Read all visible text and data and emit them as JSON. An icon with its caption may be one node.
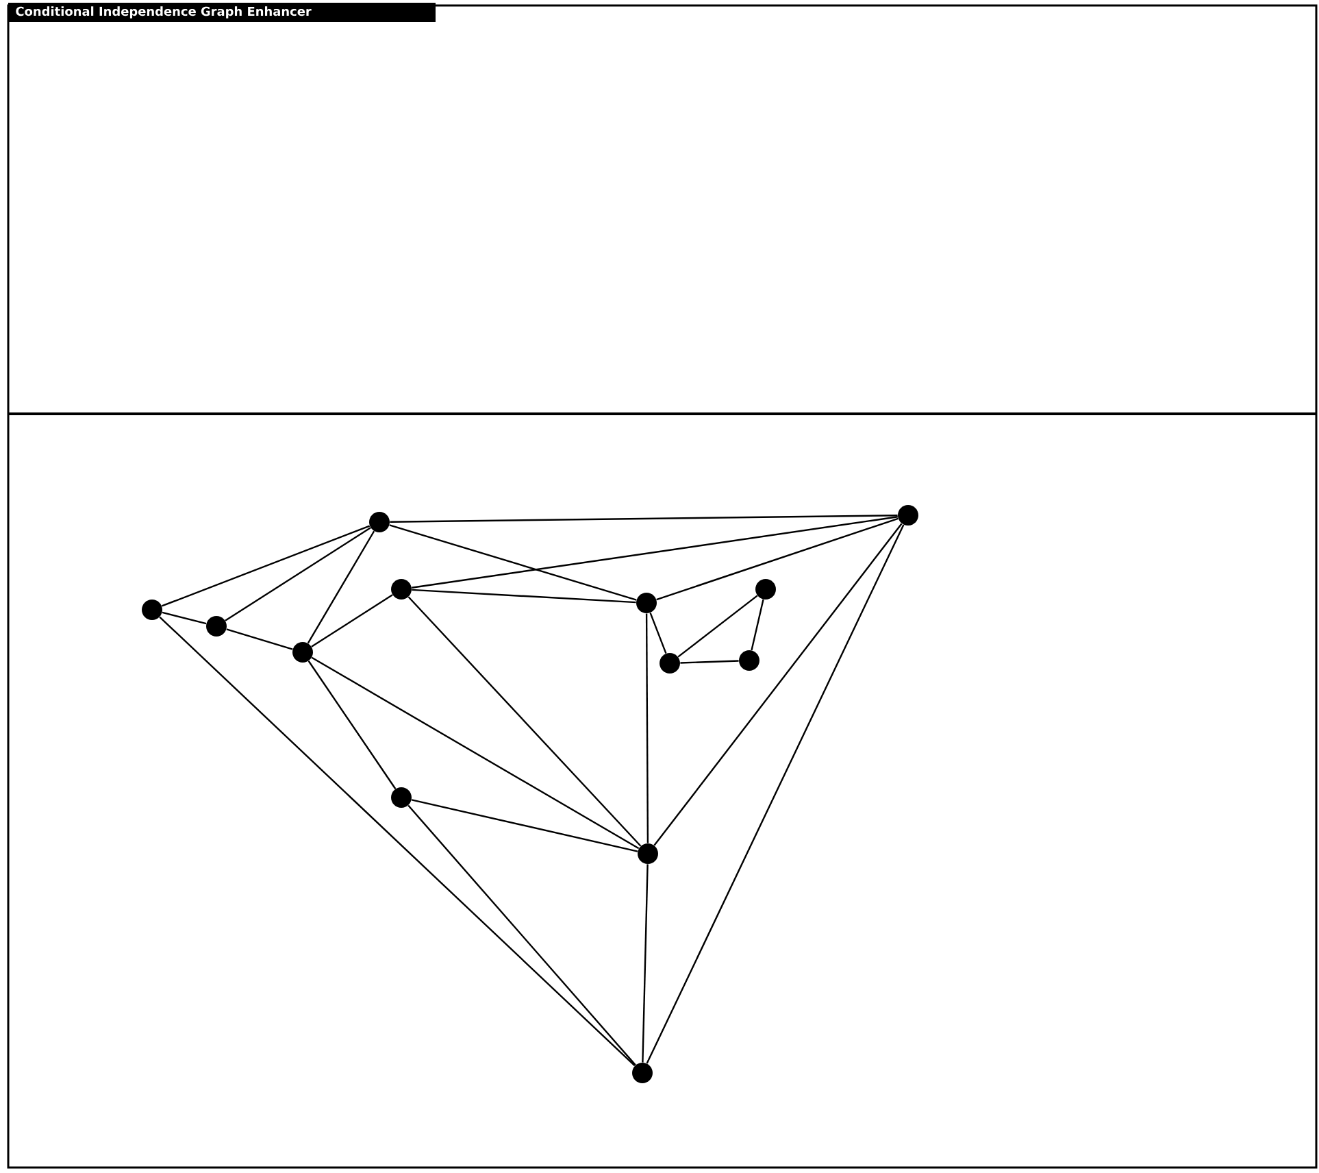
{
  "diagram": {
    "title": "Conditional Independence Graph Enhancer",
    "nodes": [
      {
        "text": [],
        "shape": "circle"
      },
      {
        "text": [],
        "shape": "circle"
      },
      {
        "text": [],
        "shape": "circle"
      },
      {
        "text": [],
        "shape": "circle"
      },
      {
        "text": [],
        "shape": "circle"
      },
      {
        "text": [],
        "shape": "circle"
      },
      {
        "text": [],
        "shape": "circle"
      },
      {
        "text": [],
        "shape": "circle"
      },
      {
        "text": [],
        "shape": "circle"
      },
      {
        "text": [],
        "shape": "circle"
      },
      {
        "text": [],
        "shape": "circle"
      },
      {
        "text": [],
        "shape": "circle"
      },
      {
        "text": [],
        "shape": "circle"
      }
    ],
    "edges": [
      {
        "from": 5,
        "to": 6,
        "arrow": "none"
      },
      {
        "from": 5,
        "to": 1,
        "arrow": "none"
      },
      {
        "from": 5,
        "to": 12,
        "arrow": "none"
      },
      {
        "from": 6,
        "to": 1,
        "arrow": "none"
      },
      {
        "from": 6,
        "to": 7,
        "arrow": "none"
      },
      {
        "from": 7,
        "to": 1,
        "arrow": "none"
      },
      {
        "from": 7,
        "to": 2,
        "arrow": "none"
      },
      {
        "from": 7,
        "to": 10,
        "arrow": "none"
      },
      {
        "from": 7,
        "to": 11,
        "arrow": "none"
      },
      {
        "from": 1,
        "to": 0,
        "arrow": "none"
      },
      {
        "from": 1,
        "to": 4,
        "arrow": "none"
      },
      {
        "from": 2,
        "to": 0,
        "arrow": "none"
      },
      {
        "from": 2,
        "to": 4,
        "arrow": "none"
      },
      {
        "from": 2,
        "to": 11,
        "arrow": "none"
      },
      {
        "from": 10,
        "to": 11,
        "arrow": "none"
      },
      {
        "from": 10,
        "to": 12,
        "arrow": "none"
      },
      {
        "from": 4,
        "to": 0,
        "arrow": "none"
      },
      {
        "from": 4,
        "to": 9,
        "arrow": "none"
      },
      {
        "from": 4,
        "to": 11,
        "arrow": "none"
      },
      {
        "from": 9,
        "to": 3,
        "arrow": "none"
      },
      {
        "from": 9,
        "to": 8,
        "arrow": "none"
      },
      {
        "from": 3,
        "to": 8,
        "arrow": "none"
      },
      {
        "from": 11,
        "to": 0,
        "arrow": "none"
      },
      {
        "from": 11,
        "to": 12,
        "arrow": "none"
      },
      {
        "from": 12,
        "to": 0,
        "arrow": "none"
      }
    ]
  }
}
